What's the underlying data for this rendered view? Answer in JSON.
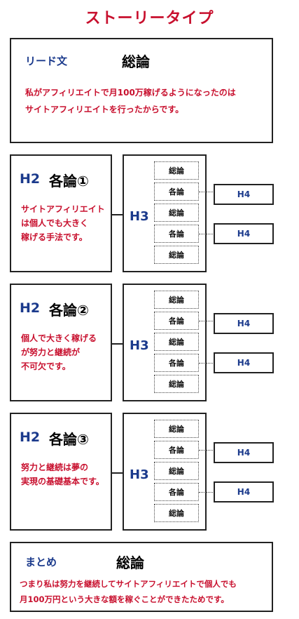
{
  "title": "ストーリータイプ",
  "lead": {
    "label": "リード文",
    "heading": "総論",
    "text_line1": "私がアフィリエイトで月100万稼げるようになったのは",
    "text_line2": "サイトアフィリエイトを行ったからです。"
  },
  "sections": [
    {
      "h2": "H2",
      "heading": "各論①",
      "text_lines": [
        "サイトアフィリエイト",
        "は個人でも大きく",
        "稼げる手法です。"
      ],
      "h3": "H3",
      "items": [
        "総論",
        "各論",
        "総論",
        "各論",
        "総論"
      ],
      "h4": [
        "H4",
        "H4"
      ]
    },
    {
      "h2": "H2",
      "heading": "各論②",
      "text_lines": [
        "個人で大きく稼げる",
        "が努力と継続が",
        "不可欠です。"
      ],
      "h3": "H3",
      "items": [
        "総論",
        "各論",
        "総論",
        "各論",
        "総論"
      ],
      "h4": [
        "H4",
        "H4"
      ]
    },
    {
      "h2": "H2",
      "heading": "各論③",
      "text_lines": [
        "努力と継続は夢の",
        "実現の基礎基本です。"
      ],
      "h3": "H3",
      "items": [
        "総論",
        "各論",
        "総論",
        "各論",
        "総論"
      ],
      "h4": [
        "H4",
        "H4"
      ]
    }
  ],
  "summary": {
    "label": "まとめ",
    "heading": "総論",
    "text_line1": "つまり私は努力を継続してサイトアフィリエイトで個人でも",
    "text_line2": "月100万円という大きな額を稼ぐことができたためです。"
  },
  "colors": {
    "blue": "#1b3a8c",
    "red": "#c8102e",
    "border": "#222222"
  }
}
